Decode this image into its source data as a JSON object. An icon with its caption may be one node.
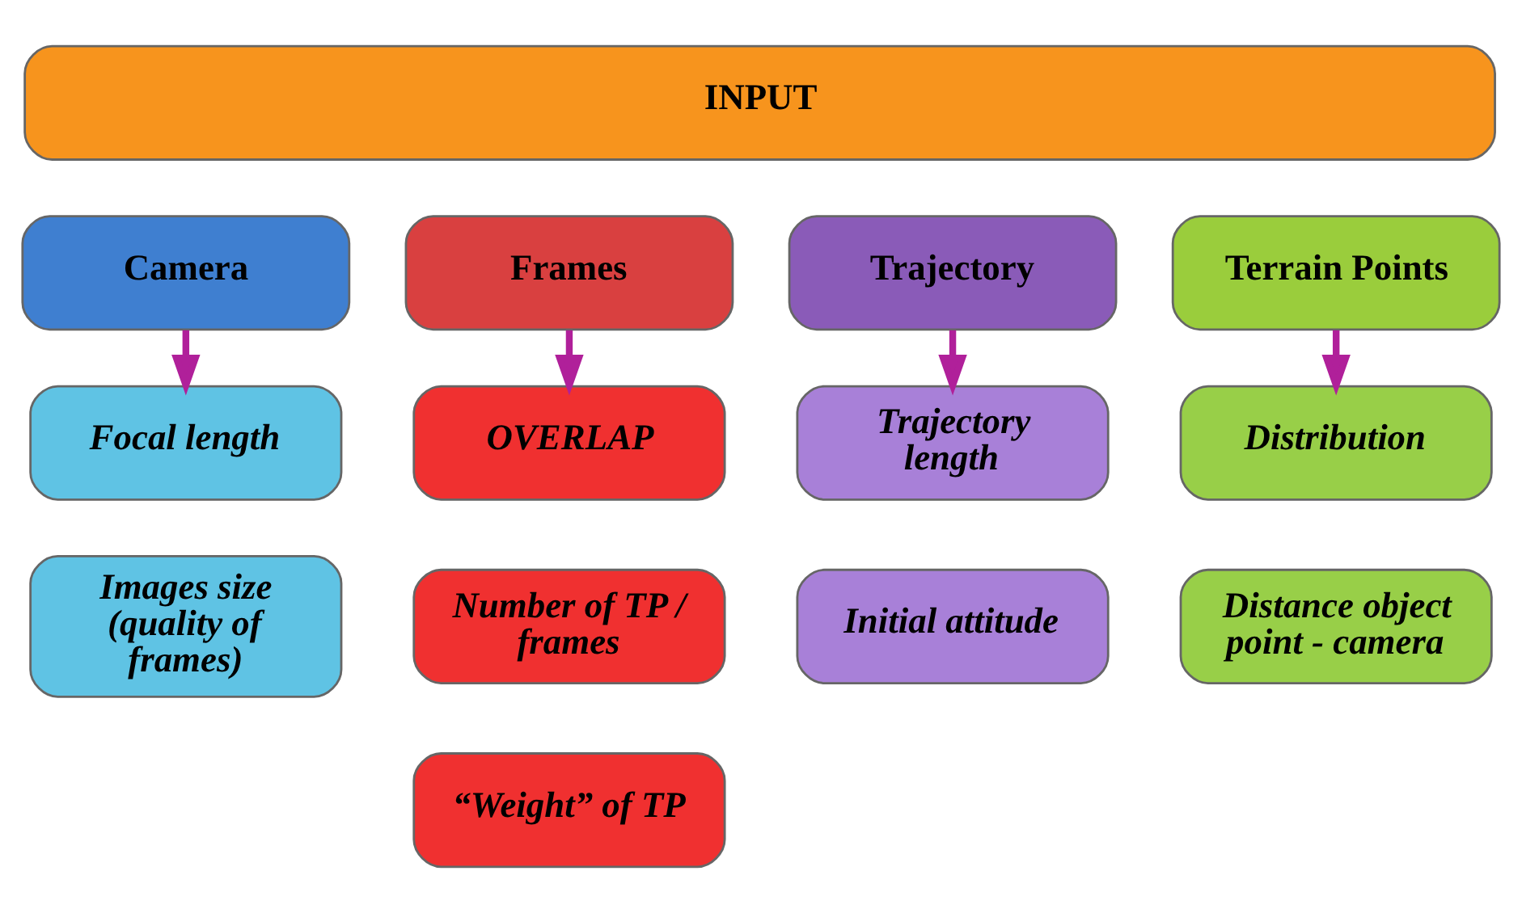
{
  "diagram": {
    "nodes": [
      {
        "text": [
          "INPUT"
        ]
      },
      {
        "text": [
          "Camera"
        ]
      },
      {
        "text": [
          "Frames"
        ]
      },
      {
        "text": [
          "Trajectory"
        ]
      },
      {
        "text": [
          "Terrain Points"
        ]
      },
      {
        "text": [
          "Focal length"
        ]
      },
      {
        "text": [
          "Images size (quality of frames)"
        ]
      },
      {
        "text": [
          "OVERLAP"
        ]
      },
      {
        "text": [
          "Number of TP / frames"
        ]
      },
      {
        "text": [
          "“Weight” of TP"
        ]
      },
      {
        "text": [
          "Trajectory length"
        ]
      },
      {
        "text": [
          "Initial attitude"
        ]
      },
      {
        "text": [
          "Distribution"
        ]
      },
      {
        "text": [
          "Distance object point - camera"
        ]
      }
    ],
    "edges": [
      {
        "from": 1,
        "to": 5,
        "arrow": "to"
      },
      {
        "from": 2,
        "to": 7,
        "arrow": "to"
      },
      {
        "from": 3,
        "to": 10,
        "arrow": "to"
      },
      {
        "from": 4,
        "to": 12,
        "arrow": "to"
      }
    ]
  }
}
